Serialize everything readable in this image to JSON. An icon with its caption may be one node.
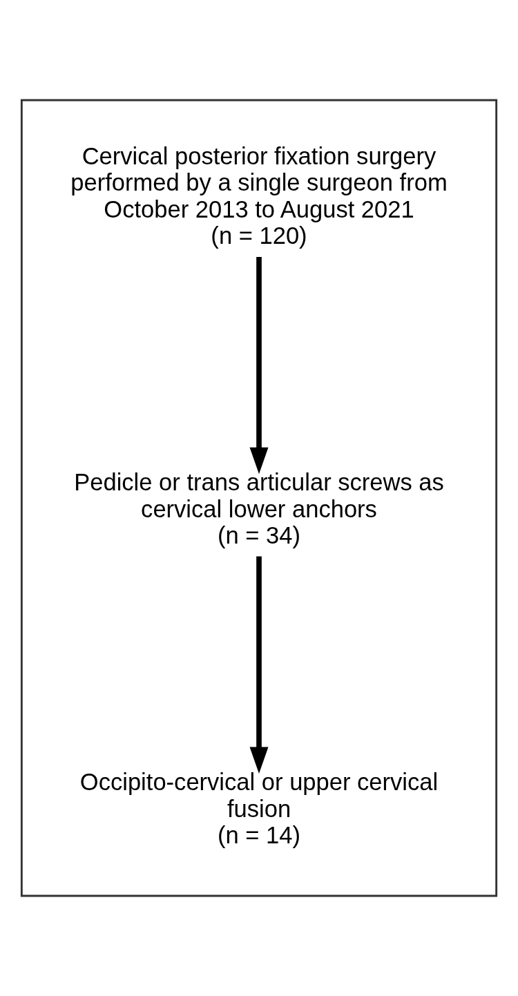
{
  "diagram": {
    "nodes": [
      {
        "text": [],
        "shape": "box"
      },
      {
        "text": [
          "Cervical posterior fixation surgery performed by a single surgeon from October 2013 to August 2021",
          "(n = 120)"
        ],
        "in": 0
      },
      {
        "text": [
          "Pedicle or trans articular screws as cervical lower anchors",
          "(n = 34)"
        ],
        "in": 0
      },
      {
        "text": [
          "Occipito-cervical or upper cervical fusion",
          "(n = 14)"
        ],
        "in": 0
      }
    ],
    "edges": [
      {
        "from": 1,
        "to": 2,
        "arrow": "to"
      },
      {
        "from": 2,
        "to": 3,
        "arrow": "to"
      }
    ]
  }
}
